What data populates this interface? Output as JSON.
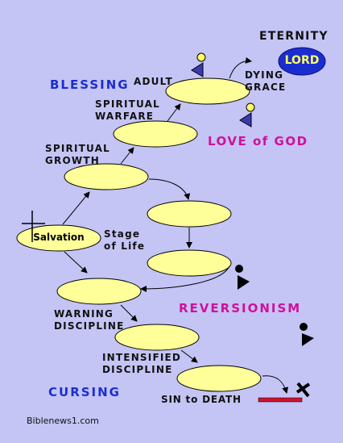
{
  "diagram": {
    "eternity": "ETERNITY",
    "lord": "LORD",
    "dying_grace": "DYING\nGRACE",
    "adult": "ADULT",
    "blessing": "BLESSING",
    "spiritual_warfare": "SPIRITUAL\nWARFARE",
    "love_of_god": "LOVE of GOD",
    "spiritual_growth": "SPIRITUAL\nGROWTH",
    "salvation": "Salvation",
    "stage_of_life": "Stage\nof Life",
    "reversionism": "REVERSIONISM",
    "warning_discipline": "WARNING\nDISCIPLINE",
    "intensified_discipline": "INTENSIFIED\nDISCIPLINE",
    "cursing": "CURSING",
    "sin_to_death": "SIN to DEATH",
    "footer": "Biblenews1.com"
  },
  "colors": {
    "background": "#c4c4f5",
    "oval_fill": "#ffff99",
    "lord_fill": "#1a2ed0",
    "lord_text": "#ffff66",
    "blessing": "#1a2ed0",
    "love": "#d0109a",
    "bar": "#d01030"
  }
}
